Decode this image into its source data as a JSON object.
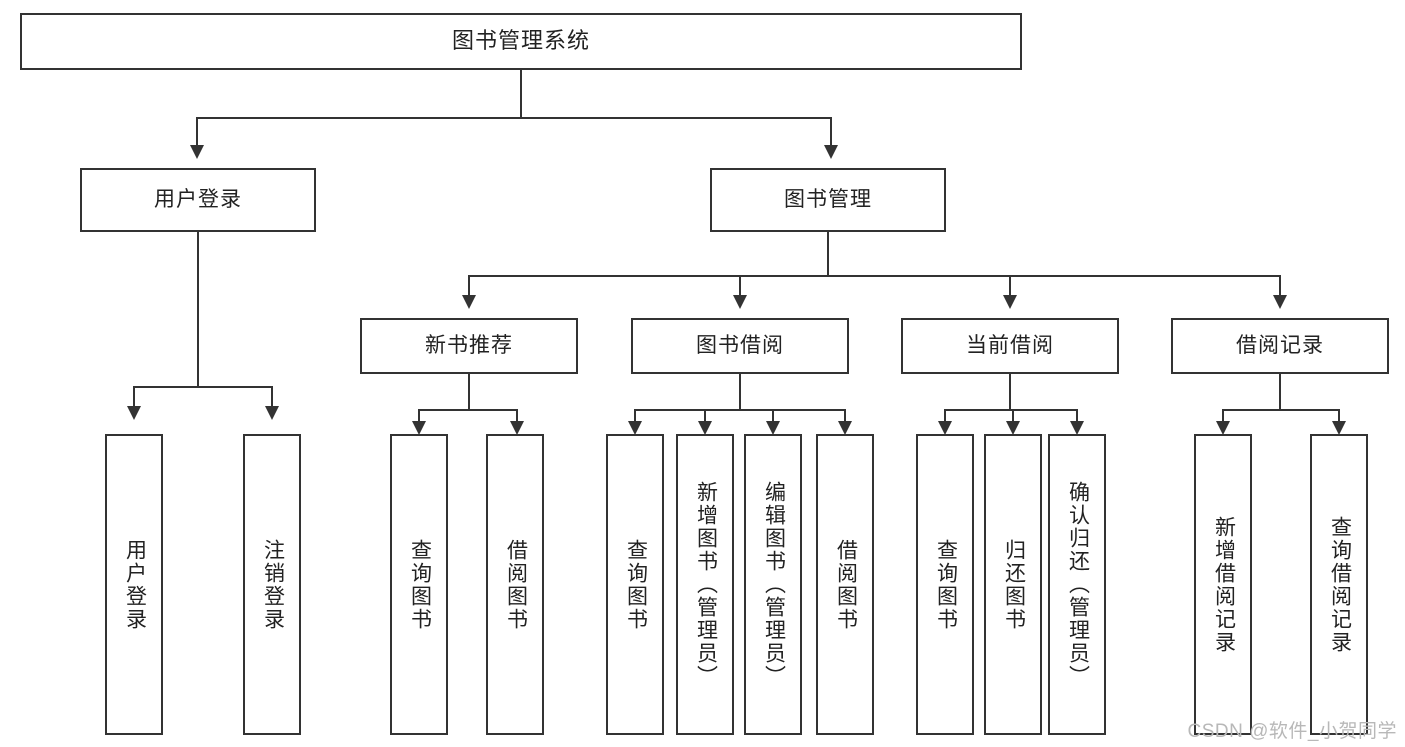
{
  "diagram": {
    "title": "图书管理系统",
    "type": "hierarchy-tree",
    "levels": 4,
    "root": {
      "label": "图书管理系统"
    },
    "level2": [
      {
        "label": "用户登录"
      },
      {
        "label": "图书管理"
      }
    ],
    "level3": [
      {
        "label": "新书推荐"
      },
      {
        "label": "图书借阅"
      },
      {
        "label": "当前借阅"
      },
      {
        "label": "借阅记录"
      }
    ],
    "leaves": {
      "user_login": [
        {
          "label": "用户登录"
        },
        {
          "label": "注销登录"
        }
      ],
      "new_book_recommend": [
        {
          "label": "查询图书"
        },
        {
          "label": "借阅图书"
        }
      ],
      "book_borrow": [
        {
          "label": "查询图书"
        },
        {
          "label": "新增图书（管理员）"
        },
        {
          "label": "编辑图书（管理员）"
        },
        {
          "label": "借阅图书"
        }
      ],
      "current_borrow": [
        {
          "label": "查询图书"
        },
        {
          "label": "归还图书"
        },
        {
          "label": "确认归还（管理员）"
        }
      ],
      "borrow_record": [
        {
          "label": "新增借阅记录"
        },
        {
          "label": "查询借阅记录"
        }
      ]
    }
  },
  "watermark": {
    "text": "CSDN @软件_小贺同学"
  },
  "colors": {
    "stroke": "#333333",
    "text": "#222222",
    "background": "#ffffff",
    "watermark": "#b8b8b8"
  }
}
